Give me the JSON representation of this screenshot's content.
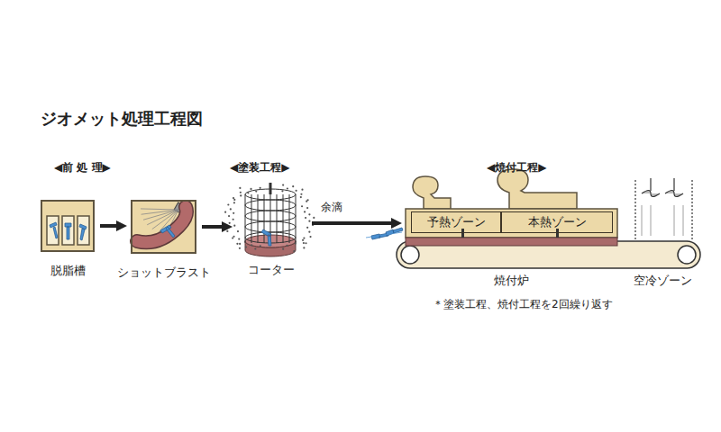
{
  "diagram": {
    "title": "ジオメット処理工程図",
    "nodes": [
      {
        "text": [
          "脱脂槽"
        ]
      },
      {
        "text": [
          "ショットブラスト"
        ]
      },
      {
        "text": [
          "コーター"
        ]
      },
      {
        "text": [
          "焼付炉"
        ]
      },
      {
        "text": [
          "予熱ゾーン"
        ],
        "in": 3
      },
      {
        "text": [
          "本熱ゾーン"
        ],
        "in": 3
      },
      {
        "text": [
          "空冷ゾーン"
        ]
      }
    ],
    "edges": [
      {
        "from": 0,
        "to": 1,
        "arrow": "to"
      },
      {
        "from": 1,
        "to": 2,
        "arrow": "to"
      },
      {
        "from": 2,
        "to": 3,
        "arrow": "to"
      }
    ],
    "labels": [
      "◀前 処 理▶",
      "◀塗装工程▶",
      "◀焼付工程▶",
      "余滴",
      "＊塗装工程、焼付工程を2回繰り返す"
    ]
  }
}
